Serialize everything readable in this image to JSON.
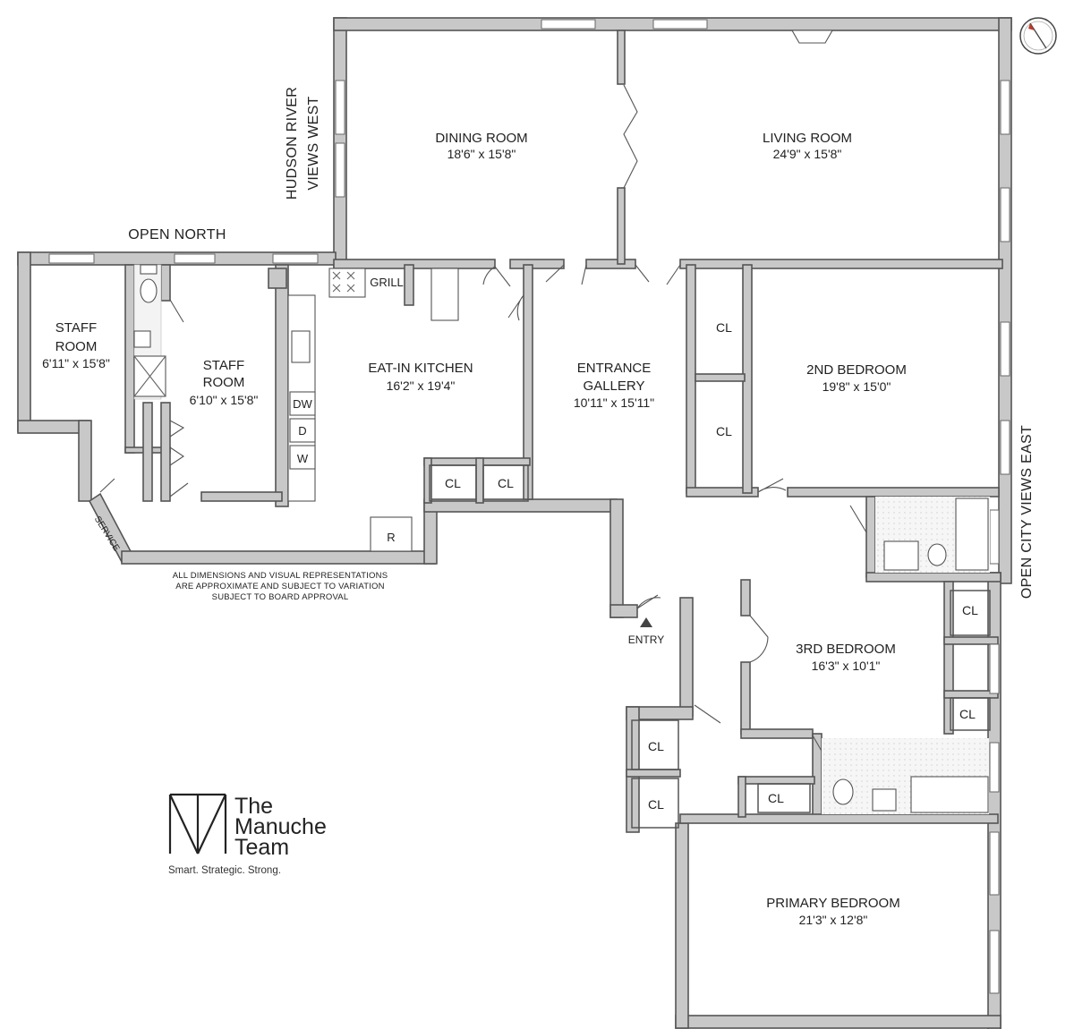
{
  "rooms": {
    "dining": {
      "name": "DINING ROOM",
      "dims": "18'6\" x 15'8\""
    },
    "living": {
      "name": "LIVING ROOM",
      "dims": "24'9\" x 15'8\""
    },
    "staff1": {
      "name_line1": "STAFF",
      "name_line2": "ROOM",
      "dims": "6'11\" x 15'8\""
    },
    "staff2": {
      "name_line1": "STAFF",
      "name_line2": "ROOM",
      "dims": "6'10\" x 15'8\""
    },
    "kitchen": {
      "name": "EAT-IN KITCHEN",
      "dims": "16'2\" x 19'4\""
    },
    "gallery": {
      "name_line1": "ENTRANCE",
      "name_line2": "GALLERY",
      "dims": "10'11\" x 15'11\""
    },
    "bedroom2": {
      "name": "2ND BEDROOM",
      "dims": "19'8\" x 15'0\""
    },
    "bedroom3": {
      "name": "3RD BEDROOM",
      "dims": "16'3\" x 10'1\""
    },
    "primary": {
      "name": "PRIMARY BEDROOM",
      "dims": "21'3\" x 12'8\""
    }
  },
  "closet_label": "CL",
  "appliances": {
    "grill": "GRILL",
    "dw": "DW",
    "d": "D",
    "w": "W",
    "r": "R"
  },
  "exposures": {
    "west_line1": "HUDSON RIVER",
    "west_line2": "VIEWS WEST",
    "north": "OPEN NORTH",
    "east": "OPEN CITY VIEWS EAST"
  },
  "labels": {
    "service": "SERVICE",
    "entry": "ENTRY"
  },
  "disclaimer": [
    "ALL DIMENSIONS AND VISUAL REPRESENTATIONS",
    "ARE APPROXIMATE AND SUBJECT TO VARIATION",
    "SUBJECT TO BOARD APPROVAL"
  ],
  "logo": {
    "name_line1": "The",
    "name_line2": "Manuche",
    "name_line3": "Team",
    "tagline": "Smart. Strategic. Strong."
  }
}
